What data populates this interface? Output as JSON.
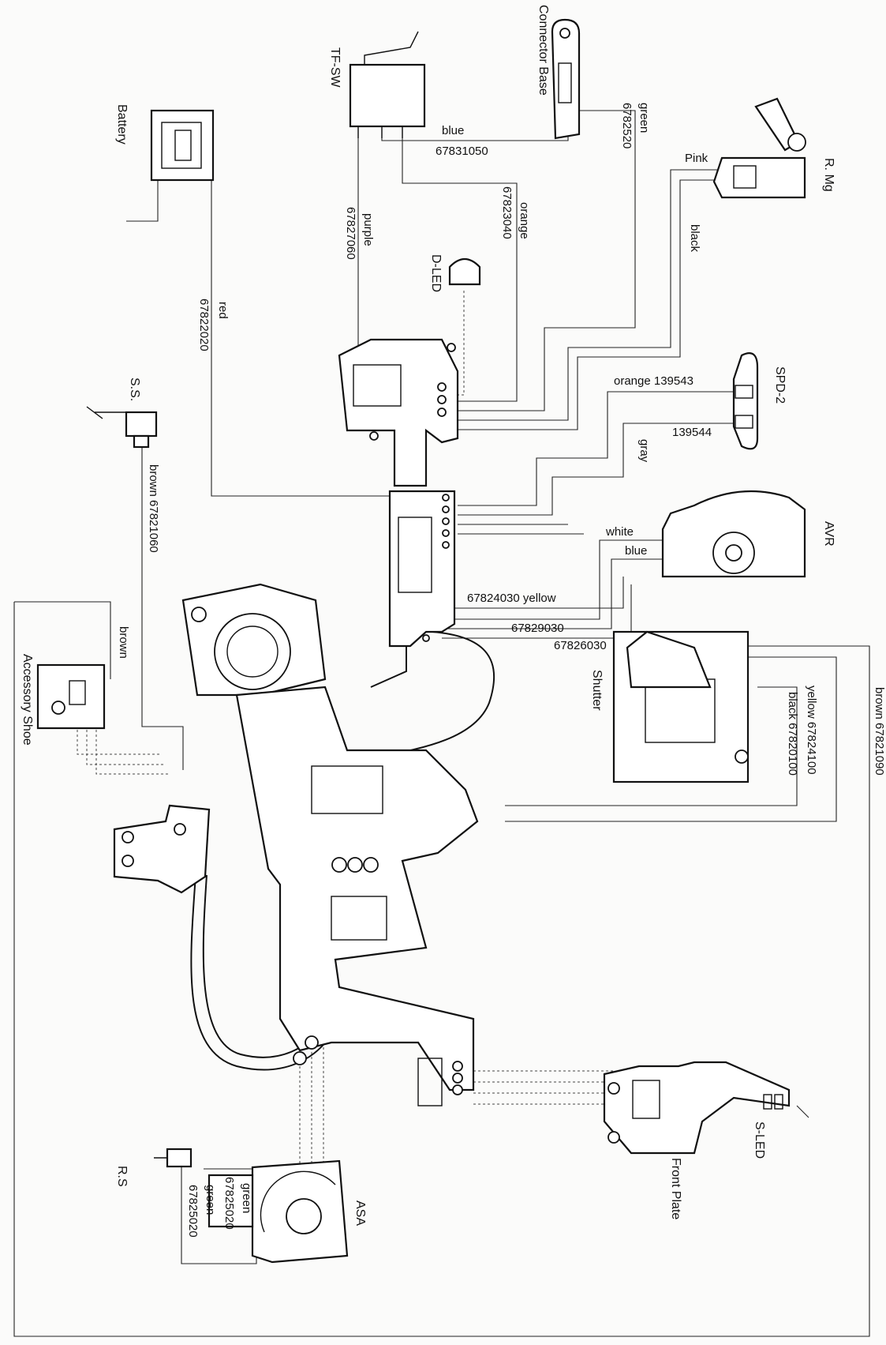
{
  "components": {
    "battery": "Battery",
    "tf_sw": "TF-SW",
    "connector_base": "Connector Base",
    "r_mg": "R. Mg",
    "d_led": "D-LED",
    "spd2": "SPD-2",
    "ss": "S.S.",
    "avr": "AVR",
    "shutter": "Shutter",
    "accessory_shoe": "Accessory Shoe",
    "s_led": "S-LED",
    "front_plate": "Front Plate",
    "asa": "ASA",
    "rs": "R.S"
  },
  "wires": {
    "blue_color": "blue",
    "blue_code": "67831050",
    "green_color": "green",
    "green_code": "6782520",
    "pink_color": "Pink",
    "orange_color": "orange",
    "orange_code": "67823040",
    "purple_color": "purple",
    "purple_code": "67827060",
    "black_color": "black",
    "red_color": "red",
    "red_code": "67822020",
    "spd_orange": "orange 139543",
    "spd_code2": "139544",
    "gray_color": "gray",
    "ss_brown": "brown 67821060",
    "white_color": "white",
    "avr_blue": "blue",
    "yellow_main": "67824030 yellow",
    "code_67829030": "67829030",
    "code_67826030": "67826030",
    "acc_brown": "brown",
    "shutter_yellow": "yellow 67824100",
    "shutter_black": "black 67820100",
    "brown_outer": "brown 67821090",
    "asa_green1_color": "green",
    "asa_green1_code": "67825020",
    "asa_green2_color": "green",
    "asa_green2_code": "67825020"
  }
}
